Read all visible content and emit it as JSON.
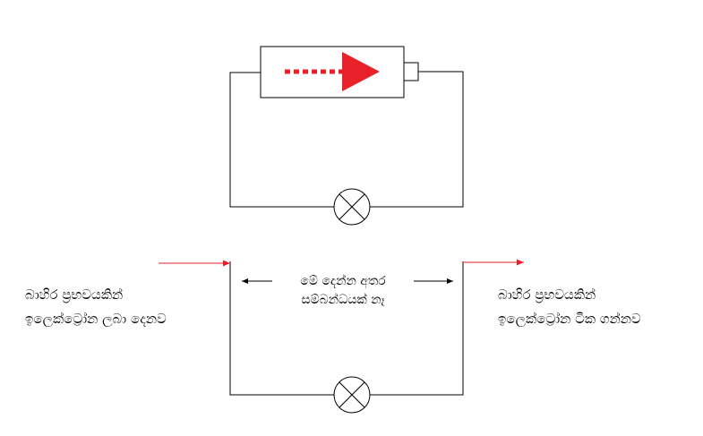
{
  "colors": {
    "wire": "#000000",
    "arrow_red": "#e8202a",
    "background": "#ffffff"
  },
  "top_circuit": {
    "battery_icon": "battery-with-red-arrow",
    "bulb_icon": "bulb-cross-circle"
  },
  "bottom_circuit": {
    "bulb_icon": "bulb-cross-circle",
    "left_label": {
      "line1": "බාහිර ප්‍රභවයකින්",
      "line2": "ඉලෙක්ට්‍රෝන ලබා දෙනව"
    },
    "right_label": {
      "line1": "බාහිර ප්‍රභවයකින්",
      "line2": "ඉලෙක්ට්‍රෝන ටික ගන්නව"
    },
    "middle_label": {
      "line1": "මේ දෙන්න අතර",
      "line2": "සම්බන්ධයක් නෑ"
    }
  }
}
